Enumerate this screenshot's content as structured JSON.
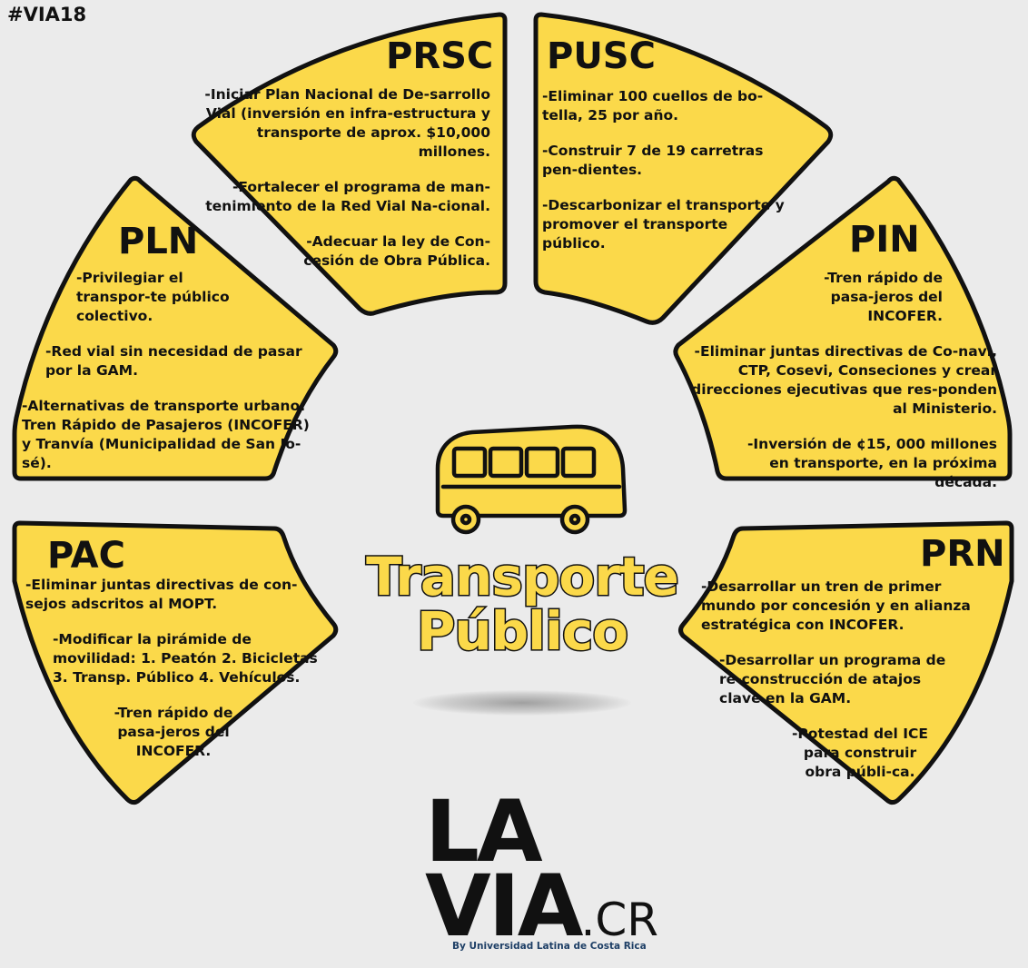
{
  "hashtag": "#VIA18",
  "colors": {
    "background": "#ebebeb",
    "panel": "#fbd94a",
    "outline": "#111111",
    "byline": "#1e3f66"
  },
  "center": {
    "icon": "bus-icon",
    "title_line1": "Transporte",
    "title_line2": "Público"
  },
  "logo": {
    "line1": "LA",
    "line2": "VIA",
    "suffix": ".CR",
    "byline": "By Universidad Latina de Costa Rica"
  },
  "panels": {
    "prsc": {
      "name": "PRSC",
      "items": [
        "-Iniciar Plan Nacional de De-sarrollo Vial (inversión en infra-estructura y transporte de aprox. $10,000 millones.",
        "-Fortalecer el programa de man-tenimiento de la Red Vial Na-cional.",
        "-Adecuar la ley de Con-cesión de Obra Pública."
      ]
    },
    "pusc": {
      "name": "PUSC",
      "items": [
        "-Eliminar 100 cuellos de bo-tella, 25 por año.",
        "-Construir 7 de 19 carretras pen-dientes.",
        "-Descarbonizar el transporte y promover el transporte público."
      ]
    },
    "pln": {
      "name": "PLN",
      "items": [
        "-Privilegiar el transpor-te público colectivo.",
        "-Red vial sin necesidad de pasar por la GAM.",
        "-Alternativas de transporte urbano: Tren Rápido de Pasajeros (INCOFER) y Tranvía (Municipalidad de San Jo-sé)."
      ]
    },
    "pin": {
      "name": "PIN",
      "items": [
        "-Tren rápido de pasa-jeros del INCOFER.",
        "-Eliminar juntas directivas de Co-navi, CTP, Cosevi, Conseciones y crear direcciones ejecutivas que res-ponden al Ministerio.",
        "-Inversión de ¢15, 000 millones en transporte, en la próxima década."
      ]
    },
    "pac": {
      "name": "PAC",
      "items": [
        "-Eliminar juntas directivas de con-sejos adscritos al MOPT.",
        "-Modificar la pirámide de movilidad: 1. Peatón 2. Bicicletas 3. Transp. Público 4. Vehículos.",
        "-Tren rápido de pasa-jeros del INCOFER."
      ]
    },
    "prn": {
      "name": "PRN",
      "items": [
        "-Desarrollar un tren de primer mundo por concesión y en alianza estratégica con INCOFER.",
        "-Desarrollar un programa de re-construcción de atajos clave en la GAM.",
        "-Potestad del ICE para construir obra públi-ca."
      ]
    }
  }
}
